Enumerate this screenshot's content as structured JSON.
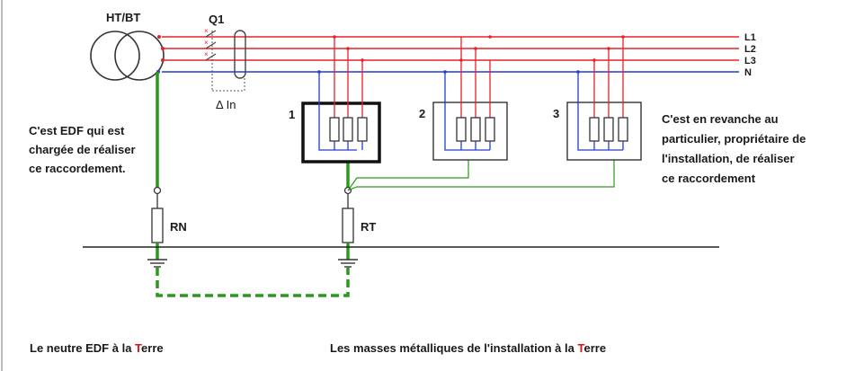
{
  "labels": {
    "transformer": "HT/BT",
    "breaker": "Q1",
    "differential": "Δ In",
    "line1": "L1",
    "line2": "L2",
    "line3": "L3",
    "neutral": "N",
    "box1": "1",
    "box2": "2",
    "box3": "3",
    "rn": "RN",
    "rt": "RT"
  },
  "notes": {
    "left": [
      "C'est EDF qui est",
      "chargée de réaliser",
      "ce raccordement."
    ],
    "right": [
      "C'est en revanche au",
      "particulier, propriétaire de",
      "l'installation, de réaliser",
      "ce raccordement"
    ]
  },
  "captions": {
    "left_pre": "Le neutre EDF à la ",
    "left_hl": "T",
    "left_post": "erre",
    "right_pre": "Les masses métalliques de l'installation à la ",
    "right_hl": "T",
    "right_post": "erre"
  },
  "colors": {
    "phase": "#e8202a",
    "neutral": "#1f3fd0",
    "earth": "#2a9a1a",
    "highlight": "#e01010"
  }
}
